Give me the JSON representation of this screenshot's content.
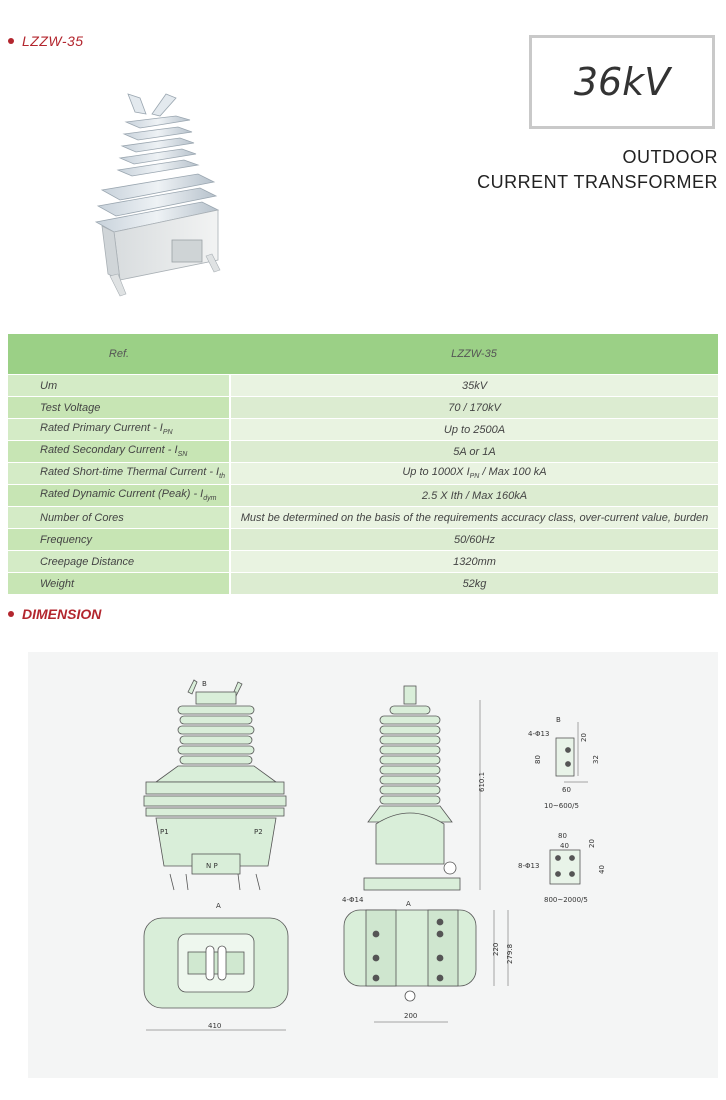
{
  "header": {
    "model": "LZZW-35",
    "voltage": "36kV",
    "subtitle_line1": "OUTDOOR",
    "subtitle_line2": "CURRENT TRANSFORMER"
  },
  "spec_table": {
    "col_ref": "Ref.",
    "col_model": "LZZW-35",
    "rows": [
      {
        "label": "Um",
        "value": "35kV"
      },
      {
        "label": "Test Voltage",
        "value": "70 / 170kV"
      },
      {
        "label": "Rated Primary Current - I",
        "sub": "PN",
        "value": "Up to 2500A"
      },
      {
        "label": "Rated Secondary Current - I",
        "sub": "SN",
        "value": "5A or 1A"
      },
      {
        "label": "Rated Short-time Thermal Current - I",
        "sub": "th",
        "value": "Up to 1000X I",
        "vsub": "PN",
        "vtail": " / Max 100 kA"
      },
      {
        "label": "Rated Dynamic Current (Peak) - I",
        "sub": "dym",
        "value": "2.5 X Ith / Max 160kA"
      },
      {
        "label": "Number of Cores",
        "value": "Must be determined on the basis of the requirements accuracy class, over-current value, burden"
      },
      {
        "label": "Frequency",
        "value": "50/60Hz"
      },
      {
        "label": "Creepage Distance",
        "value": "1320mm"
      },
      {
        "label": "Weight",
        "value": "52kg"
      }
    ]
  },
  "dimension": {
    "title": "DIMENSION",
    "labels": {
      "b_top": "B",
      "p1": "P1",
      "p2": "P2",
      "np": "N P",
      "a_left": "A",
      "a_right": "A",
      "height": "610.1",
      "width_base": "410",
      "hole_spec": "4-Φ14",
      "depth_200": "200",
      "dim_220": "220",
      "dim_279": "279.8",
      "b_detail": "B",
      "det1_holes": "4-Φ13",
      "det1_20": "20",
      "det1_80": "80",
      "det1_32": "32",
      "det1_60": "60",
      "det1_caption": "10~600/5",
      "det2_80": "80",
      "det2_40": "40",
      "det2_20": "20",
      "det2_40b": "40",
      "det2_holes": "8-Φ13",
      "det2_caption": "800~2000/5"
    }
  },
  "colors": {
    "accent_red": "#b3262e",
    "table_header": "#9bd086",
    "table_key": "#d4ebc6",
    "table_value": "#e9f3e1",
    "drawing_fill": "#d9eed9"
  }
}
